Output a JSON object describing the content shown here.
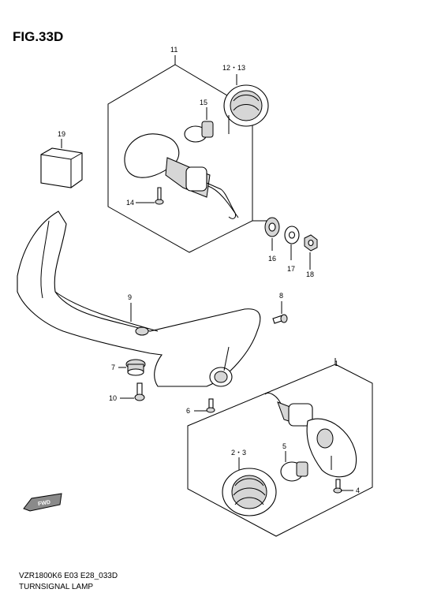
{
  "figure": {
    "title": "FIG.33D",
    "model_code": "VZR1800K6 E03 E28_033D",
    "caption": "TURNSIGNAL LAMP"
  },
  "callouts": {
    "c1": "1",
    "c2_3": "2・3",
    "c4": "4",
    "c5": "5",
    "c6": "6",
    "c7": "7",
    "c8": "8",
    "c9": "9",
    "c10": "10",
    "c11": "11",
    "c12_13": "12・13",
    "c14": "14",
    "c15": "15",
    "c16": "16",
    "c17": "17",
    "c18": "18",
    "c19": "19"
  },
  "fwd_badge": "FWD"
}
